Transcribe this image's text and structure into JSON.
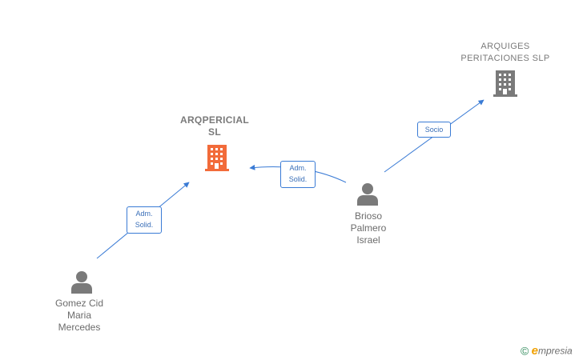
{
  "nodes": {
    "arqpericial": {
      "label": "ARQPERICIAL\nSL",
      "type": "company",
      "color": "#f26b3a"
    },
    "arquiges": {
      "label": "ARQUIGES\nPERITACIONES SLP",
      "type": "company",
      "color": "#7a7a7a"
    },
    "brioso": {
      "label": "Brioso\nPalmero\nIsrael",
      "type": "person",
      "color": "#7a7a7a"
    },
    "gomez": {
      "label": "Gomez Cid\nMaria\nMercedes",
      "type": "person",
      "color": "#7a7a7a"
    }
  },
  "edges": [
    {
      "from": "gomez",
      "to": "arqpericial",
      "label": "Adm.\nSolid."
    },
    {
      "from": "brioso",
      "to": "arqpericial",
      "label": "Adm.\nSolid."
    },
    {
      "from": "brioso",
      "to": "arquiges",
      "label": "Socio"
    }
  ],
  "colors": {
    "edge": "#3a7bd5",
    "company_primary": "#f26b3a",
    "company_secondary": "#7a7a7a",
    "person": "#7a7a7a"
  },
  "brand": {
    "copyright_symbol": "©",
    "e_letter": "e",
    "rest": "mpresia"
  },
  "icons": {
    "company": "building-icon",
    "person": "person-icon"
  }
}
